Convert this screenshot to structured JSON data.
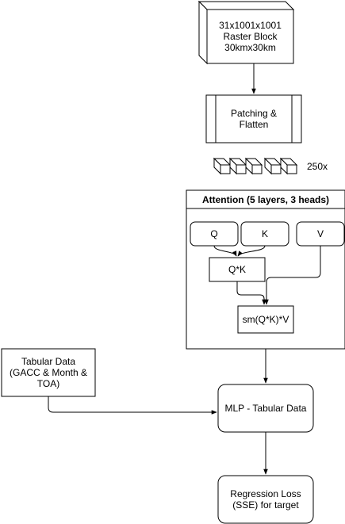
{
  "nodes": {
    "raster_block": "31x1001x1001\nRaster Block\n30kmx30km",
    "patching": "Patching &\nFlatten",
    "patch_count": "250x",
    "attention_title": "Attention (5 layers, 3 heads)",
    "q": "Q",
    "k": "K",
    "v": "V",
    "qk": "Q*K",
    "softmax": "sm(Q*K)*V",
    "tabular": "Tabular Data\n(GACC & Month &\nTOA)",
    "mlp": "MLP - Tabular Data",
    "loss": "Regression Loss\n(SSE) for target"
  }
}
